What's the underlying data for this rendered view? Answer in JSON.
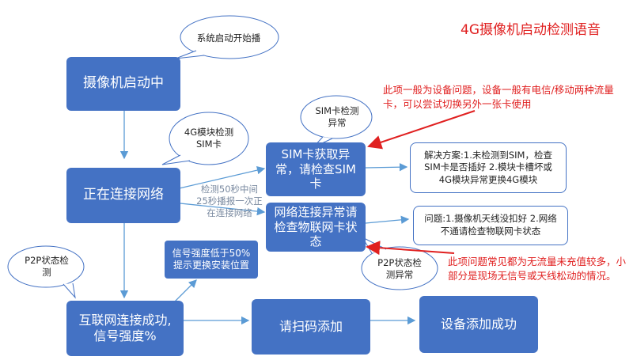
{
  "title": "4G摄像机启动检测语音",
  "steps": {
    "boot": "摄像机启动中",
    "connecting": "正在连接网络",
    "connected_line1": "互联网连接成功,",
    "connected_line2": "信号强度%",
    "sim_error": "SIM卡获取异常，请检查SIM卡",
    "net_error": "网络连接异常请检查物联网卡状态",
    "scan": "请扫码添加",
    "added": "设备添加成功",
    "signal_low": "信号强度低于50%提示更换安装位置"
  },
  "bubbles": {
    "system_start": "系统启动开始播",
    "module_check": "4G模块检测SIM卡",
    "sim_check": "SIM卡检测异常",
    "p2p_check": "P2P状态检测",
    "p2p_error": "P2P状态检测异常"
  },
  "notes": {
    "sim_solution": "解决方案:1.未检测到SIM，检查SIM卡是否插好 2.模块卡槽坏或4G模块异常更换4G模块",
    "net_problem": "问题:1.摄像机天线没扣好 2.网络不通请检查物联网卡状态"
  },
  "gray_text": "检测50秒中间25秒播报一次正在连接网络",
  "red_notes": {
    "sim": "此项一般为设备问题，设备一般有电信/移动两种流量卡，可以尝试切换另外一张卡使用",
    "net": "此项问题常见都为无流量未充值较多，小部分是现场无信号或天线松动的情况。"
  },
  "colors": {
    "box": "#4472C4",
    "arrow": "#5B9BD5",
    "red": "#E02020"
  }
}
